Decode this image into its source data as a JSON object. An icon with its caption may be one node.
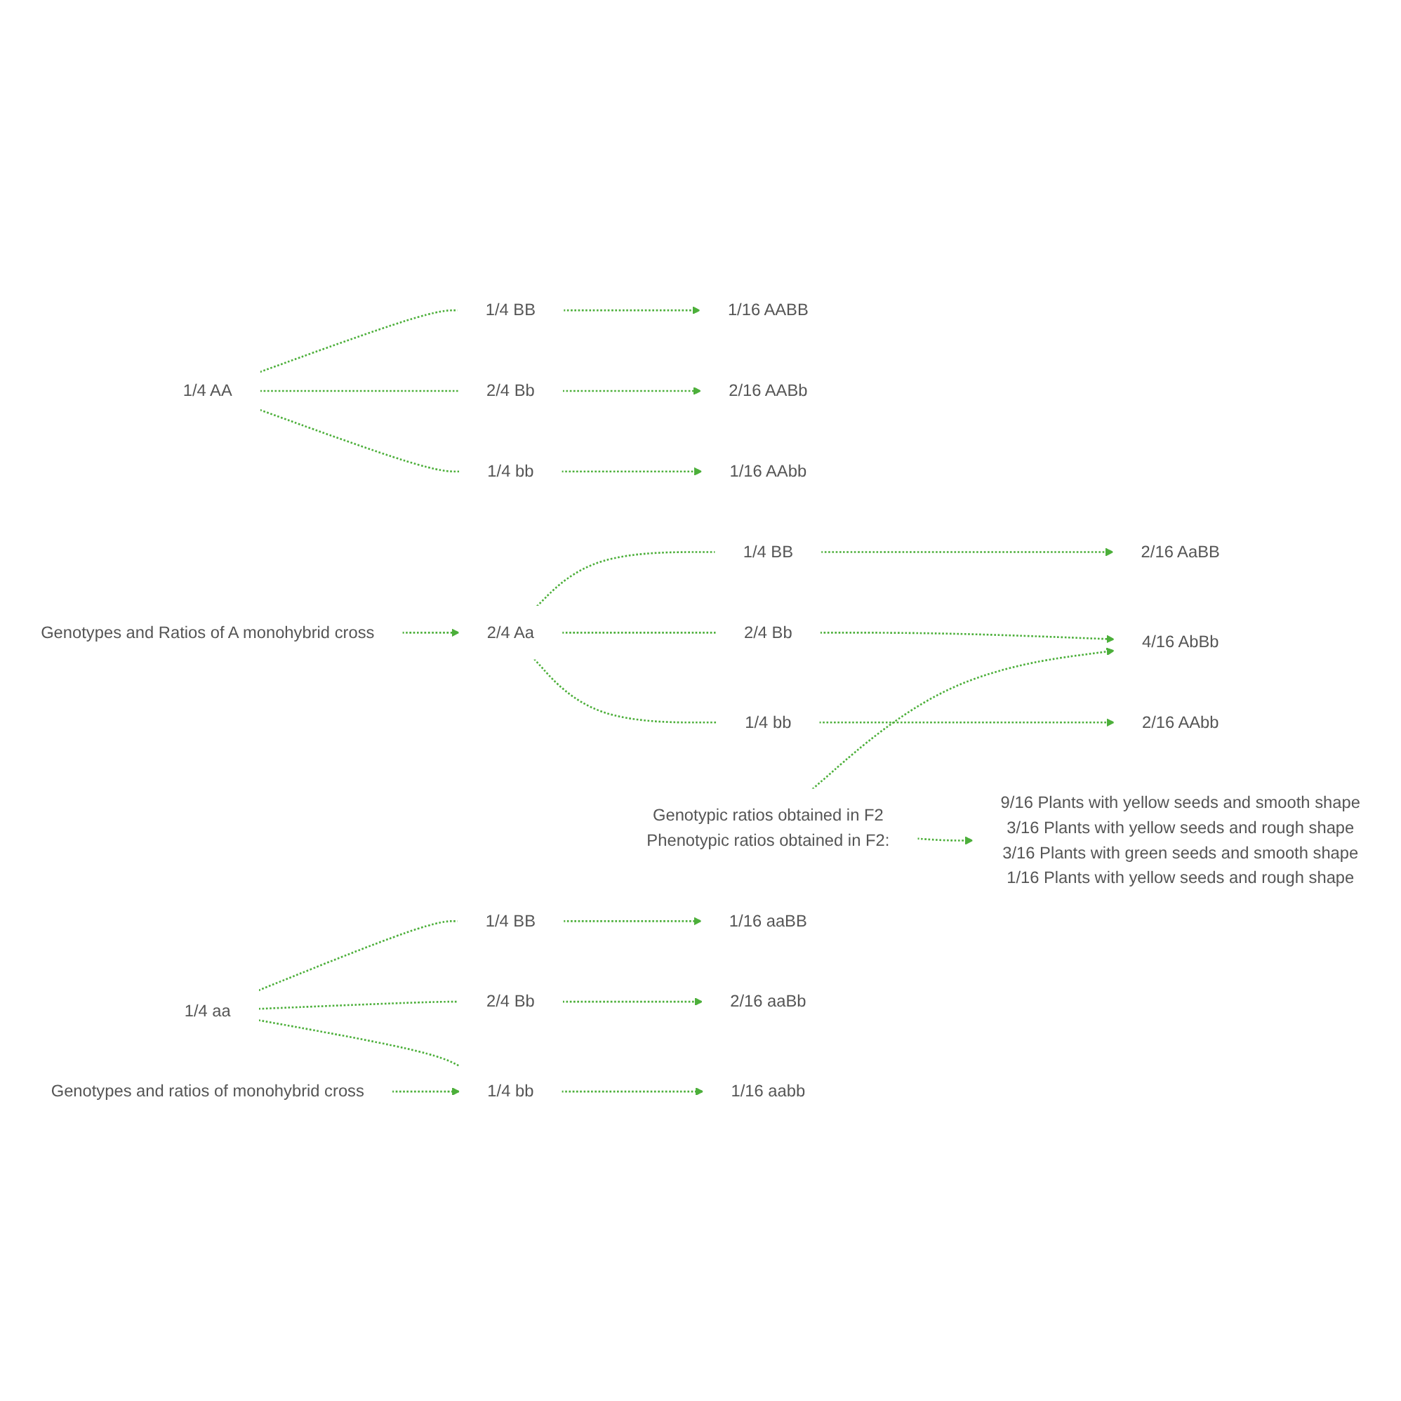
{
  "diagram": {
    "nodes": [
      {
        "text": [
          "Genotypes and Ratios of A monohybrid cross"
        ]
      },
      {
        "text": [
          "1/4 AA"
        ]
      },
      {
        "text": [
          "1/4 BB"
        ]
      },
      {
        "text": [
          "2/4 Bb"
        ]
      },
      {
        "text": [
          "1/4 bb"
        ]
      },
      {
        "text": [
          "1/16 AABB"
        ]
      },
      {
        "text": [
          "2/16 AABb"
        ]
      },
      {
        "text": [
          "1/16 AAbb"
        ]
      },
      {
        "text": [
          "2/4 Aa"
        ]
      },
      {
        "text": [
          "1/4 BB"
        ]
      },
      {
        "text": [
          "2/4 Bb"
        ]
      },
      {
        "text": [
          "1/4 bb"
        ]
      },
      {
        "text": [
          "2/16 AaBB"
        ]
      },
      {
        "text": [
          "4/16 AbBb"
        ]
      },
      {
        "text": [
          "2/16 AAbb"
        ]
      },
      {
        "text": [
          "1/4 aa"
        ]
      },
      {
        "text": [
          "1/4 BB"
        ]
      },
      {
        "text": [
          "2/4 Bb"
        ]
      },
      {
        "text": [
          "1/4 bb"
        ]
      },
      {
        "text": [
          "1/16 aaBB"
        ]
      },
      {
        "text": [
          "2/16 aaBb"
        ]
      },
      {
        "text": [
          "1/16 aabb"
        ]
      },
      {
        "text": [
          "Genotypes and ratios of monohybrid cross"
        ]
      },
      {
        "text": [
          "Genotypic ratios obtained in F2",
          "Phenotypic ratios obtained in F2:"
        ]
      },
      {
        "text": [
          "9/16 Plants with yellow seeds and smooth shape",
          "3/16 Plants with yellow seeds and rough shape",
          "3/16 Plants with green seeds and smooth shape",
          "1/16 Plants with yellow seeds and rough shape"
        ]
      }
    ],
    "edges": [
      {
        "from": 1,
        "to": 2,
        "arrow": "none",
        "style": "dashed"
      },
      {
        "from": 1,
        "to": 3,
        "arrow": "none",
        "style": "dashed"
      },
      {
        "from": 1,
        "to": 4,
        "arrow": "none",
        "style": "dashed"
      },
      {
        "from": 2,
        "to": 5,
        "arrow": "to",
        "style": "dashed"
      },
      {
        "from": 3,
        "to": 6,
        "arrow": "to",
        "style": "dashed"
      },
      {
        "from": 4,
        "to": 7,
        "arrow": "to",
        "style": "dashed"
      },
      {
        "from": 0,
        "to": 8,
        "arrow": "to",
        "style": "dashed"
      },
      {
        "from": 8,
        "to": 9,
        "arrow": "none",
        "style": "dashed"
      },
      {
        "from": 8,
        "to": 10,
        "arrow": "none",
        "style": "dashed"
      },
      {
        "from": 8,
        "to": 11,
        "arrow": "none",
        "style": "dashed"
      },
      {
        "from": 9,
        "to": 12,
        "arrow": "to",
        "style": "dashed"
      },
      {
        "from": 10,
        "to": 13,
        "arrow": "to",
        "style": "dashed"
      },
      {
        "from": 11,
        "to": 14,
        "arrow": "to",
        "style": "dashed"
      },
      {
        "from": 15,
        "to": 16,
        "arrow": "none",
        "style": "dashed"
      },
      {
        "from": 15,
        "to": 17,
        "arrow": "none",
        "style": "dashed"
      },
      {
        "from": 15,
        "to": 18,
        "arrow": "none",
        "style": "dashed"
      },
      {
        "from": 16,
        "to": 19,
        "arrow": "to",
        "style": "dashed"
      },
      {
        "from": 17,
        "to": 20,
        "arrow": "to",
        "style": "dashed"
      },
      {
        "from": 18,
        "to": 21,
        "arrow": "to",
        "style": "dashed"
      },
      {
        "from": 22,
        "to": 18,
        "arrow": "to",
        "style": "dashed"
      },
      {
        "from": 23,
        "to": 13,
        "arrow": "to",
        "style": "dashed"
      },
      {
        "from": 23,
        "to": 24,
        "arrow": "to",
        "style": "dashed"
      }
    ]
  }
}
